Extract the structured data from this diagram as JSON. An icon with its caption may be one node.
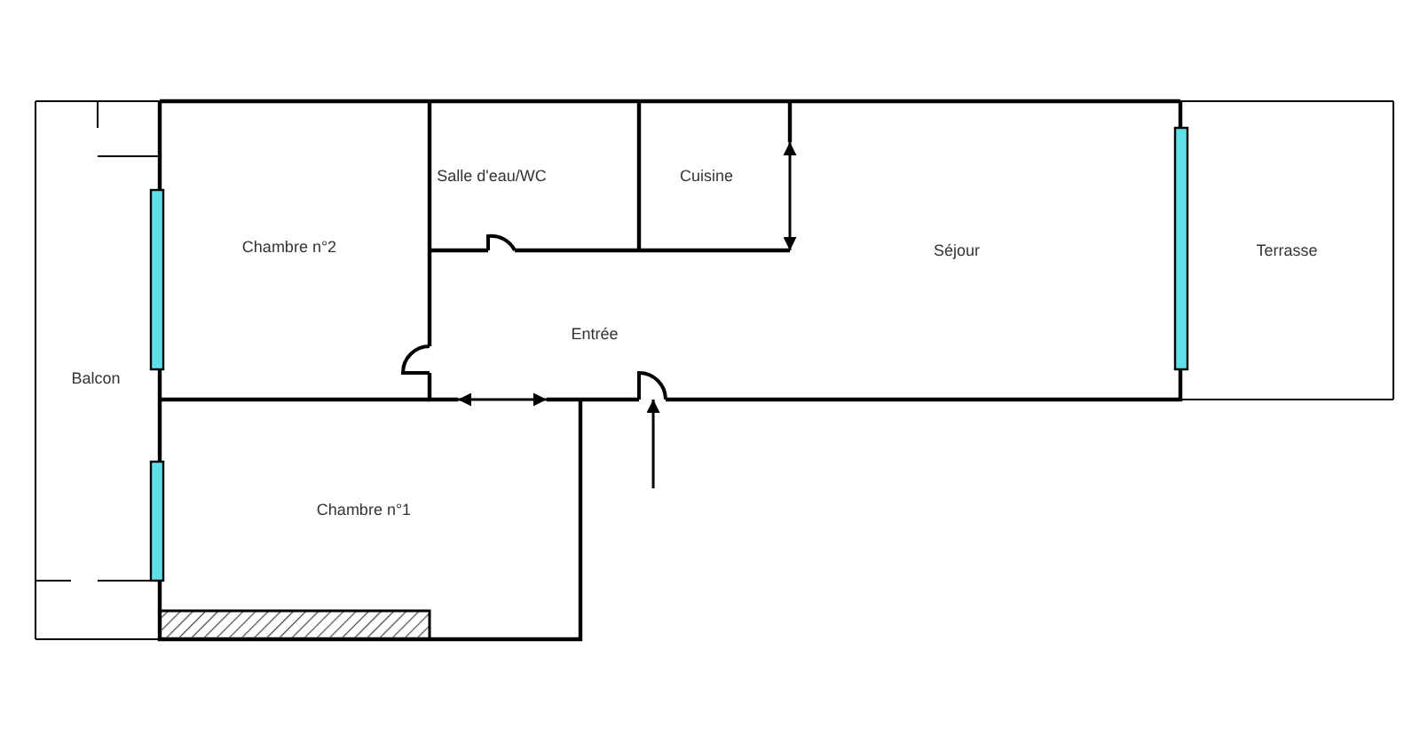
{
  "diagram": {
    "nodes": [
      {
        "text": [
          "Chambre n°2"
        ]
      },
      {
        "text": [
          "Salle d'eau/WC"
        ]
      },
      {
        "text": [
          "Cuisine"
        ]
      },
      {
        "text": [
          "Séjour"
        ]
      },
      {
        "text": [
          "Terrasse"
        ]
      },
      {
        "text": [
          "Balcon"
        ]
      },
      {
        "text": [
          "Entrée"
        ]
      },
      {
        "text": [
          "Chambre n°1"
        ]
      }
    ],
    "edges": [
      {
        "from": null,
        "to": 6,
        "arrow": "to"
      }
    ]
  }
}
